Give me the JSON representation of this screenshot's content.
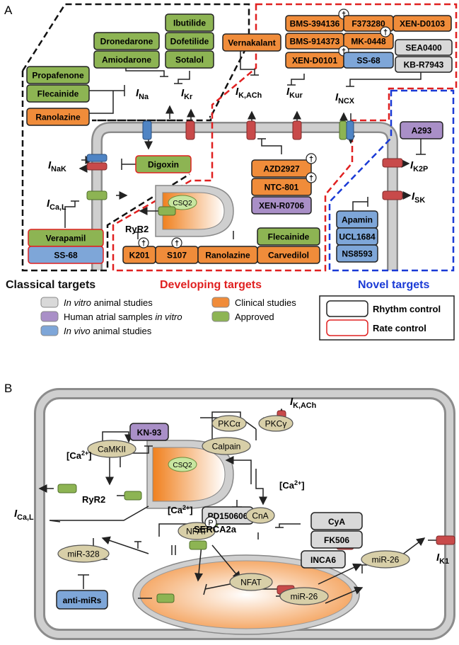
{
  "panel_a": {
    "label": "A",
    "drug_boxes": [
      {
        "id": "dronedarone",
        "text": "Dronedarone",
        "category": "approved",
        "border": "rhythm"
      },
      {
        "id": "amiodarone",
        "text": "Amiodarone",
        "category": "approved",
        "border": "rhythm"
      },
      {
        "id": "ibutilide",
        "text": "Ibutilide",
        "category": "approved",
        "border": "rhythm"
      },
      {
        "id": "dofetilide",
        "text": "Dofetilide",
        "category": "approved",
        "border": "rhythm"
      },
      {
        "id": "sotalol",
        "text": "Sotalol",
        "category": "approved",
        "border": "rhythm"
      },
      {
        "id": "propafenone",
        "text": "Propafenone",
        "category": "approved",
        "border": "rhythm"
      },
      {
        "id": "flecainide-top",
        "text": "Flecainide",
        "category": "approved",
        "border": "rhythm"
      },
      {
        "id": "ranolazine-top",
        "text": "Ranolazine",
        "category": "clinical",
        "border": "rhythm"
      },
      {
        "id": "vernakalant",
        "text": "Vernakalant",
        "category": "clinical",
        "border": "rhythm"
      },
      {
        "id": "bms-394136",
        "text": "BMS-394136",
        "category": "clinical",
        "border": "rhythm"
      },
      {
        "id": "f373280",
        "text": "F373280",
        "category": "clinical",
        "border": "rhythm"
      },
      {
        "id": "xen-d0103",
        "text": "XEN-D0103",
        "category": "clinical",
        "border": "rhythm"
      },
      {
        "id": "bms-914373",
        "text": "BMS-914373",
        "category": "clinical",
        "border": "rhythm"
      },
      {
        "id": "mk-0448",
        "text": "MK-0448",
        "category": "clinical",
        "border": "rhythm"
      },
      {
        "id": "xen-d0101",
        "text": "XEN-D0101",
        "category": "clinical",
        "border": "rhythm"
      },
      {
        "id": "ss-68-top",
        "text": "SS-68",
        "category": "in-vivo",
        "border": "rhythm"
      },
      {
        "id": "sea0400",
        "text": "SEA0400",
        "category": "in-vitro",
        "border": "rhythm"
      },
      {
        "id": "kb-r7943",
        "text": "KB-R7943",
        "category": "in-vitro",
        "border": "rhythm"
      },
      {
        "id": "digoxin",
        "text": "Digoxin",
        "category": "approved",
        "border": "rate"
      },
      {
        "id": "azd2927",
        "text": "AZD2927",
        "category": "clinical",
        "border": "rhythm"
      },
      {
        "id": "ntc-801",
        "text": "NTC-801",
        "category": "clinical",
        "border": "rhythm"
      },
      {
        "id": "xen-r0706",
        "text": "XEN-R0706",
        "category": "human",
        "border": "rhythm"
      },
      {
        "id": "a293",
        "text": "A293",
        "category": "human",
        "border": "rhythm"
      },
      {
        "id": "apamin",
        "text": "Apamin",
        "category": "in-vivo",
        "border": "rhythm"
      },
      {
        "id": "ucl1684",
        "text": "UCL1684",
        "category": "in-vivo",
        "border": "rhythm"
      },
      {
        "id": "ns8593",
        "text": "NS8593",
        "category": "in-vivo",
        "border": "rhythm"
      },
      {
        "id": "verapamil",
        "text": "Verapamil",
        "category": "approved",
        "border": "rate"
      },
      {
        "id": "ss-68-bottom",
        "text": "SS-68",
        "category": "in-vivo",
        "border": "rate"
      },
      {
        "id": "k201",
        "text": "K201",
        "category": "clinical",
        "border": "rhythm"
      },
      {
        "id": "s107",
        "text": "S107",
        "category": "clinical",
        "border": "rhythm"
      },
      {
        "id": "ranolazine-bottom",
        "text": "Ranolazine",
        "category": "clinical",
        "border": "rhythm"
      },
      {
        "id": "flecainide-bottom",
        "text": "Flecainide",
        "category": "approved",
        "border": "rhythm"
      },
      {
        "id": "carvedilol",
        "text": "Carvedilol",
        "category": "clinical",
        "border": "rhythm"
      }
    ],
    "currents": [
      {
        "id": "ina",
        "main": "I",
        "sub": "Na"
      },
      {
        "id": "ikr",
        "main": "I",
        "sub": "Kr"
      },
      {
        "id": "ikach",
        "main": "I",
        "sub": "K,ACh"
      },
      {
        "id": "ikur",
        "main": "I",
        "sub": "Kur"
      },
      {
        "id": "incx",
        "main": "I",
        "sub": "NCX"
      },
      {
        "id": "inak",
        "main": "I",
        "sub": "NaK"
      },
      {
        "id": "ical",
        "main": "I",
        "sub": "Ca,L"
      },
      {
        "id": "ik2p",
        "main": "I",
        "sub": "K2P"
      },
      {
        "id": "isk",
        "main": "I",
        "sub": "SK"
      }
    ],
    "sr_label": "CSQ2",
    "ryr2_label": "RyR2",
    "dagger": "†",
    "section_labels": {
      "classical": "Classical targets",
      "developing": "Developing targets",
      "novel": "Novel targets"
    },
    "legend": [
      {
        "text": "In vitro animal studies",
        "category": "in-vitro",
        "italic_part": "In vitro",
        "rest": " animal studies"
      },
      {
        "text": "Human atrial samples in vitro",
        "category": "human",
        "plain_part": "Human atrial samples ",
        "italic_part": "in vitro"
      },
      {
        "text": "In vivo animal studies",
        "category": "in-vivo",
        "italic_part": "In vivo",
        "rest": " animal studies"
      },
      {
        "text": "Clinical studies",
        "category": "clinical"
      },
      {
        "text": "Approved",
        "category": "approved"
      }
    ],
    "border_legend": {
      "rhythm": "Rhythm control",
      "rate": "Rate control"
    }
  },
  "panel_b": {
    "label": "B",
    "nodes": {
      "kn93": "KN-93",
      "camkii": "CaMKII",
      "ca1": "[Ca2+]",
      "ryr2": "RyR2",
      "csq2": "CSQ2",
      "serca2a": "SERCA2a",
      "ca2": "[Ca2+]",
      "ca3": "[Ca2+]",
      "pkca": "PKCα",
      "pkcg": "PKCγ",
      "calpain": "Calpain",
      "pd150606": "PD150606",
      "cna": "CnA",
      "cya": "CyA",
      "fk506": "FK506",
      "inca6": "INCA6",
      "nfat_p": "NFAT",
      "p": "P",
      "nfat_n": "NFAT",
      "mir328": "miR-328",
      "antimirs": "anti-miRs",
      "mir26_n": "miR-26",
      "mir26_c": "miR-26"
    },
    "currents": [
      {
        "id": "ikach-b",
        "main": "I",
        "sub": "K,ACh"
      },
      {
        "id": "ical-b",
        "main": "I",
        "sub": "Ca,L"
      },
      {
        "id": "ik1",
        "main": "I",
        "sub": "K1"
      }
    ]
  },
  "colors": {
    "approved": "#8db453",
    "clinical": "#f08c3a",
    "human": "#a98fc7",
    "in-vivo": "#7ea6d8",
    "in-vitro": "#d9d9d9",
    "rhythm_border": "#222222",
    "rate_border": "#e02020",
    "classical": "#111111",
    "developing": "#e02020",
    "novel": "#1a3ad6",
    "ellipse": "#d8cfa8",
    "membrane": "#bdbdbd"
  }
}
